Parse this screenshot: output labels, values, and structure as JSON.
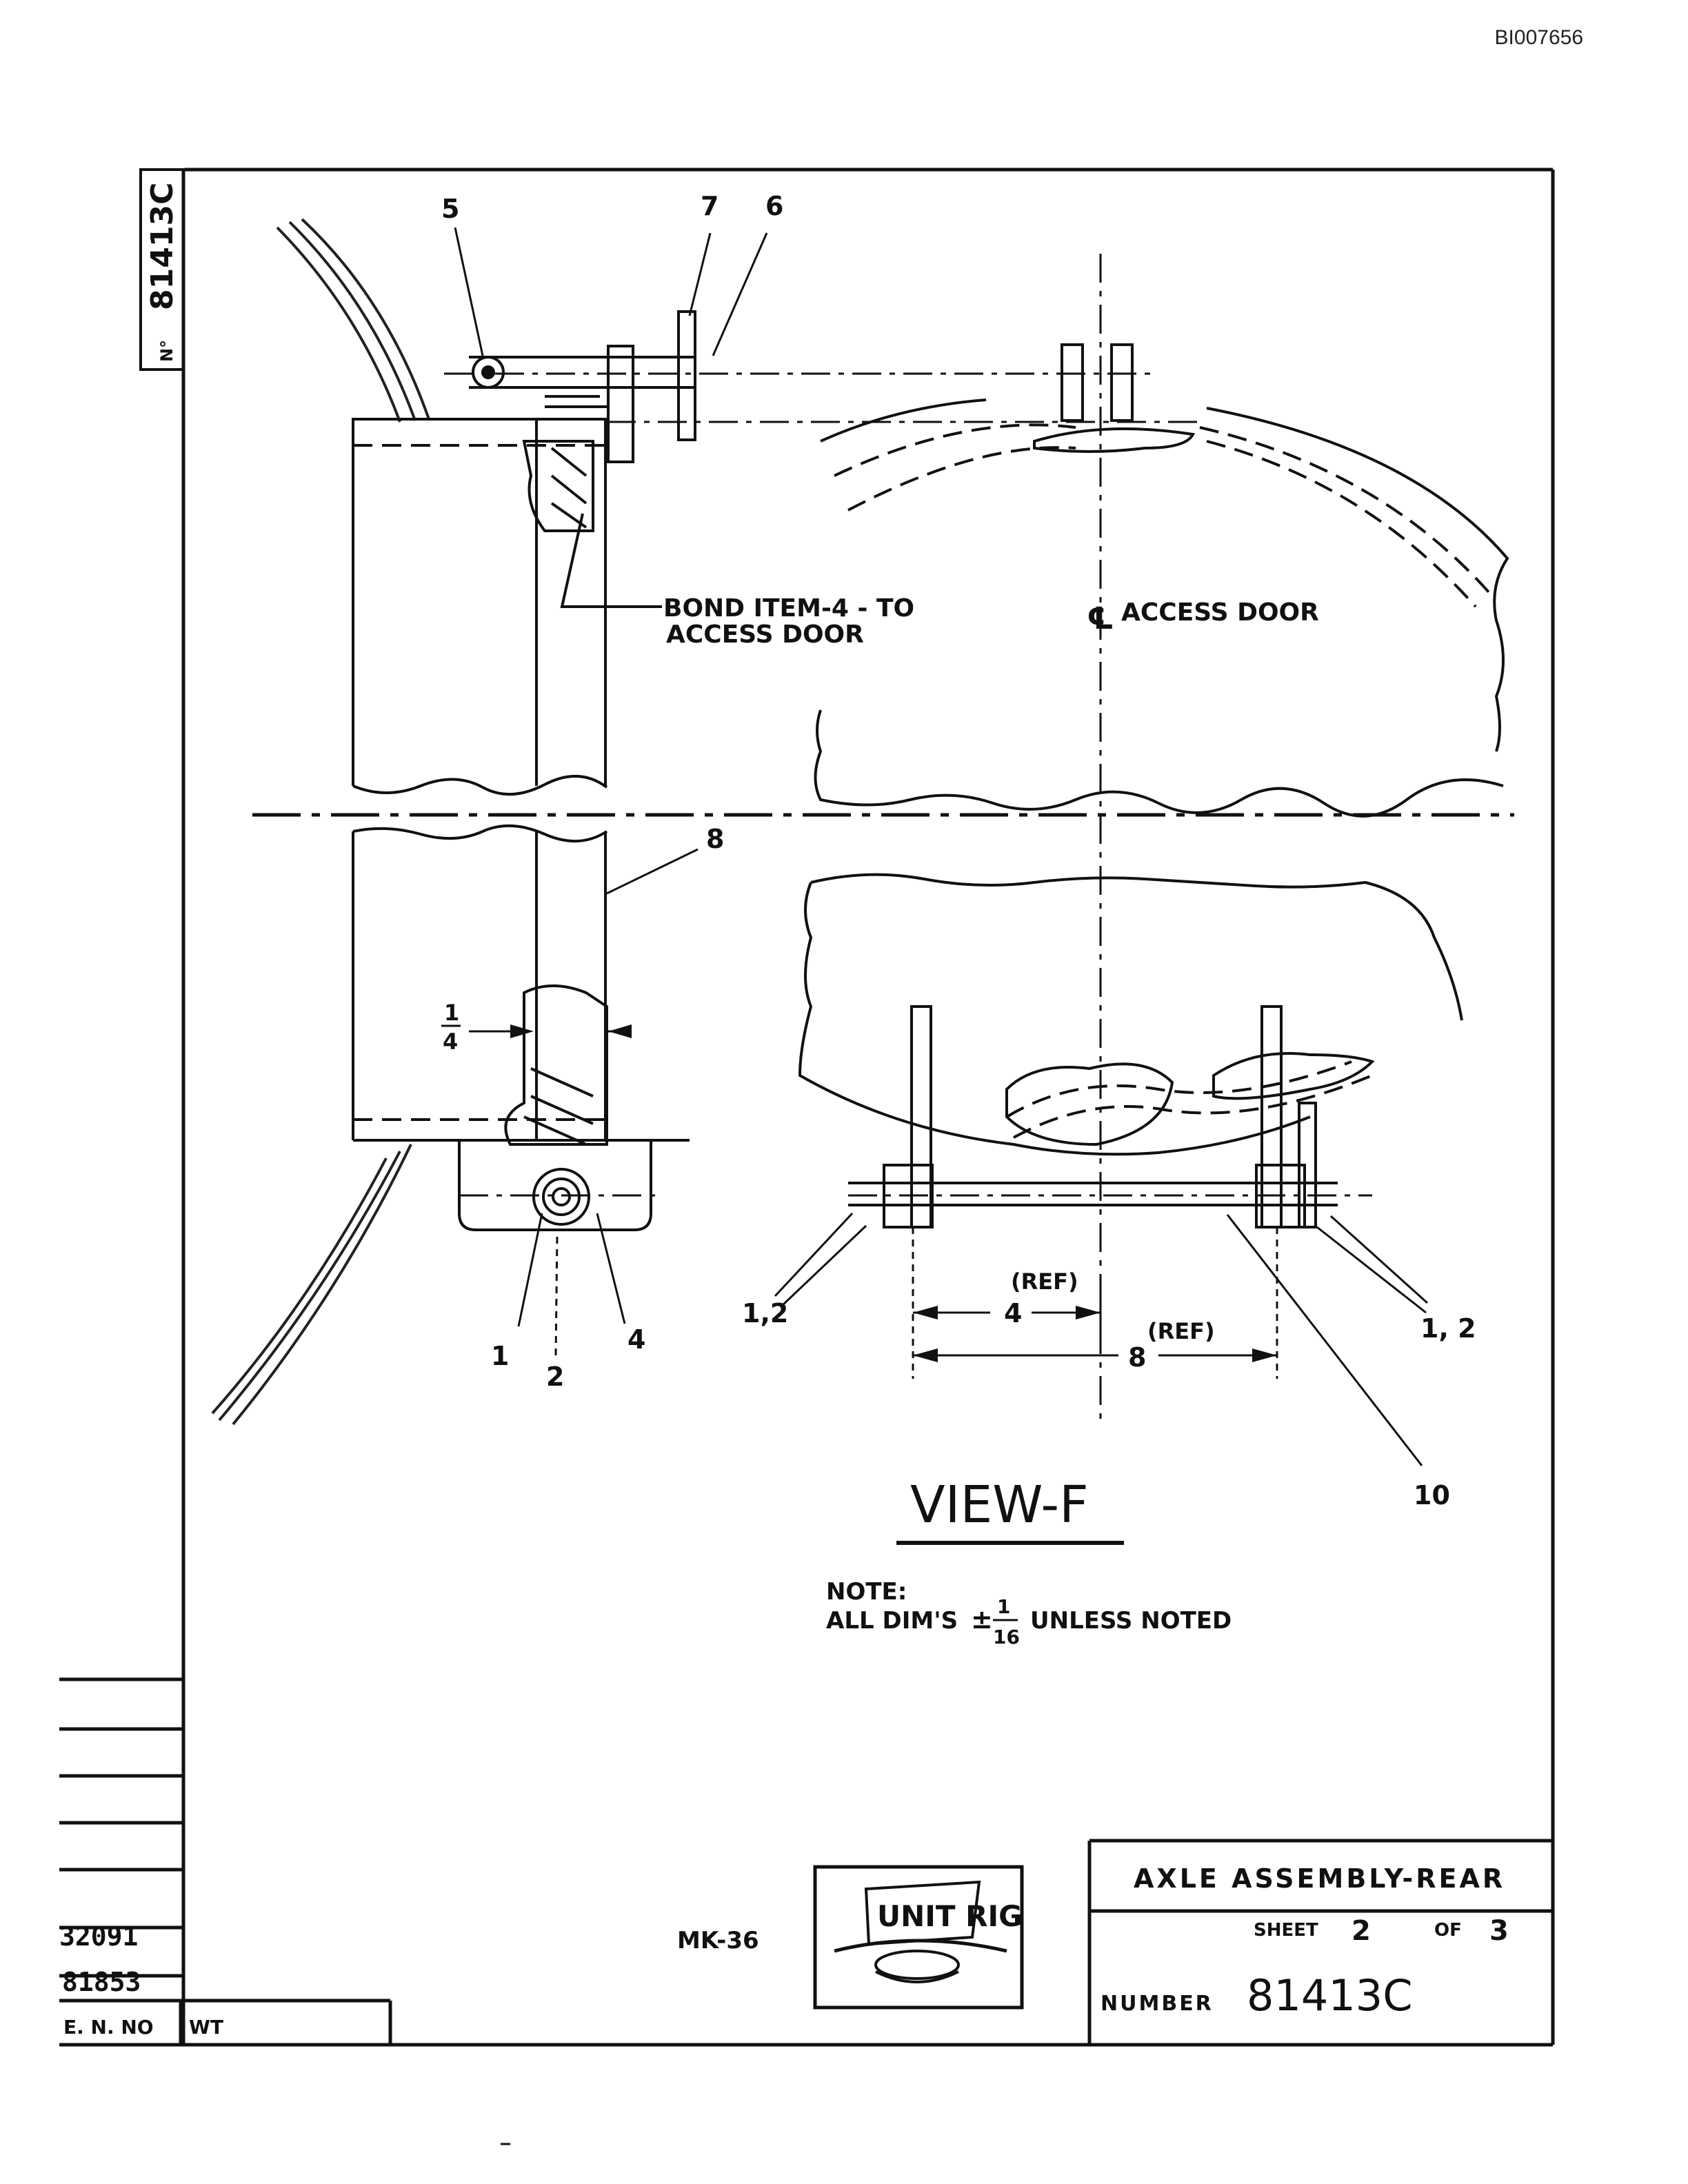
{
  "page_id": "BI007656",
  "drawing_number_vertical": "81413C",
  "drawing_number_prefix": "N° ",
  "callouts": {
    "c5": "5",
    "c7": "7",
    "c6": "6",
    "c8": "8",
    "c1": "1",
    "c2": "2",
    "c4": "4",
    "c12_left": "1,2",
    "c12_right": "1, 2",
    "c10": "10"
  },
  "notes": {
    "bond_line1": "BOND ITEM-4 - TO",
    "bond_line2": "ACCESS DOOR",
    "centerline_label": "ACCESS DOOR",
    "fraction_num": "1",
    "fraction_den": "4",
    "ref1": "(REF)",
    "dim1": "4",
    "ref2": "(REF)",
    "dim2": "8"
  },
  "view_title": "VIEW-F",
  "tolerance_note": {
    "label": "NOTE:",
    "prefix": "ALL DIM'S",
    "pm": "±",
    "num": "1",
    "den": "16",
    "suffix": "UNLESS NOTED"
  },
  "title_block": {
    "title": "AXLE ASSEMBLY-REAR",
    "sheet_label": "SHEET",
    "sheet_num": "2",
    "of_label": "OF",
    "sheet_total": "3",
    "number_label": "NUMBER",
    "number": "81413C",
    "model": "MK-36",
    "logo_text": "UNIT RIG"
  },
  "left_block": {
    "ref1": "32091",
    "ref2": "81853",
    "en_no": "E. N. NO",
    "wt": "WT"
  }
}
